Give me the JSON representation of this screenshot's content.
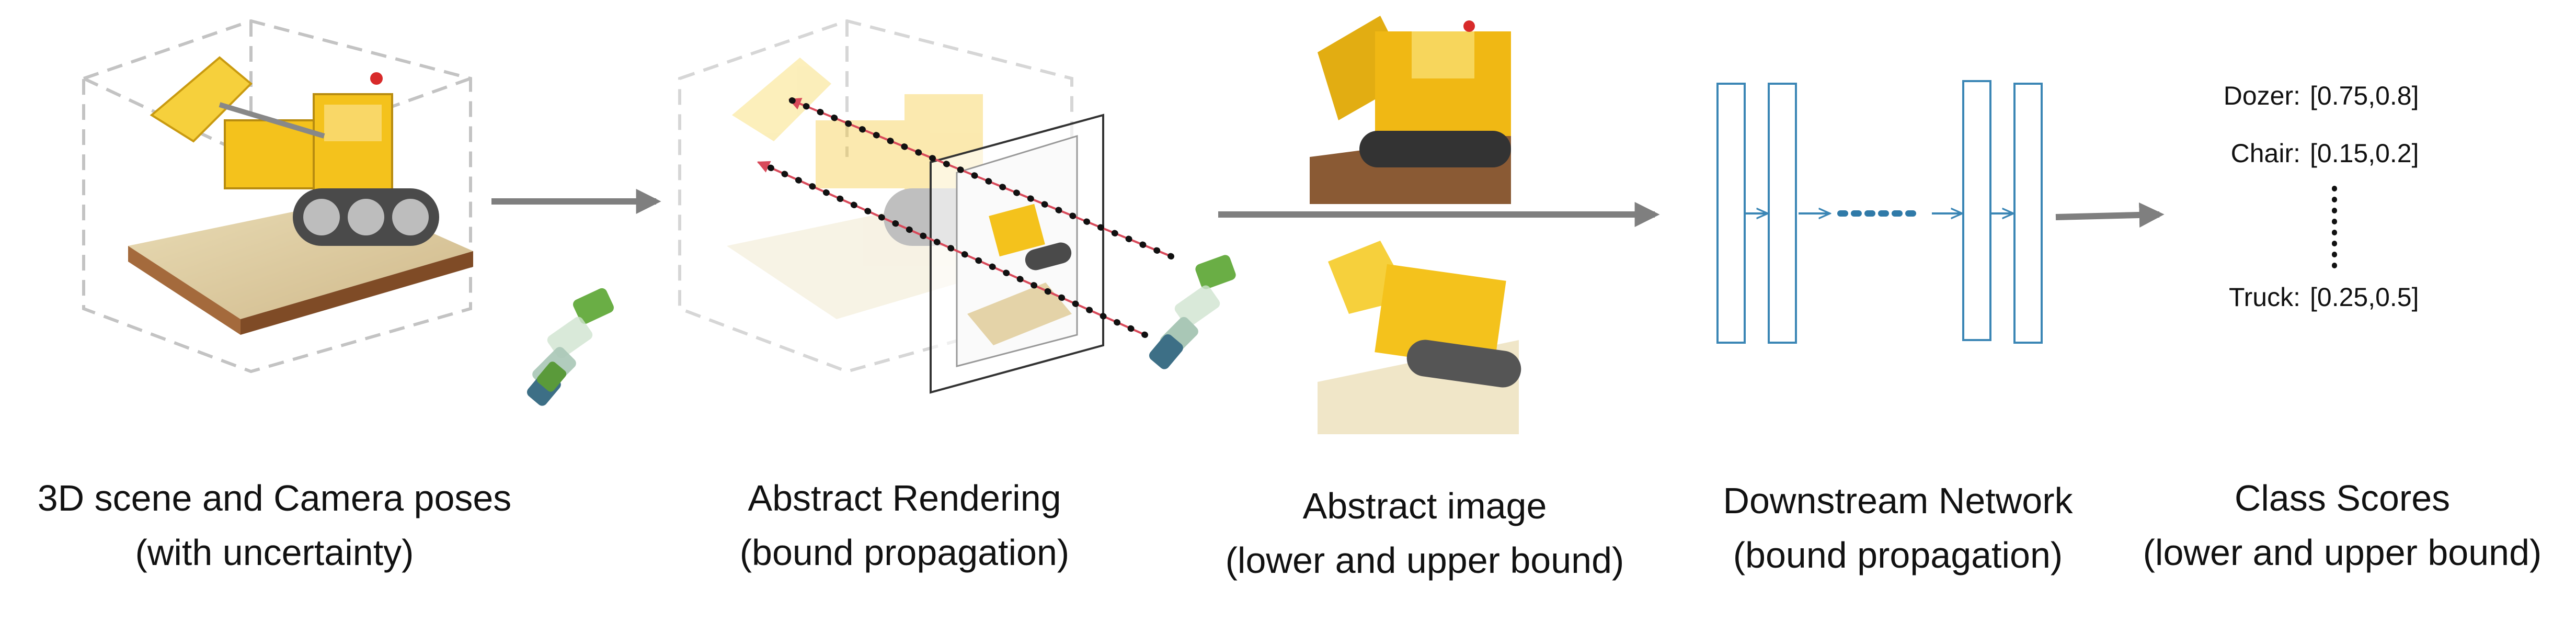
{
  "colors": {
    "arrow_gray": "#7f7f7f",
    "box_dash": "#c3c3c3",
    "network_blue": "#3b86b5",
    "dot_red": "#d84a5a",
    "lego_yellow": "#f4c21c",
    "track_gray": "#4a4a4a",
    "camera_green": "#5a9a3a",
    "camera_blue": "#3d6f86"
  },
  "stages": [
    {
      "line1": "3D scene and Camera poses",
      "line2": "(with uncertainty)"
    },
    {
      "line1": "Abstract Rendering",
      "line2": "(bound propagation)"
    },
    {
      "line1": "Abstract image",
      "line2": "(lower and upper bound)"
    },
    {
      "line1": "Downstream Network",
      "line2": "(bound propagation)"
    },
    {
      "line1": "Class Scores",
      "line2": "(lower and upper bound)"
    }
  ],
  "scores": [
    {
      "label": "Dozer:",
      "value": "[0.75,0.8]"
    },
    {
      "label": "Chair:",
      "value": "[0.15,0.2]"
    },
    {
      "label": "Truck:",
      "value": "[0.25,0.5]"
    }
  ]
}
